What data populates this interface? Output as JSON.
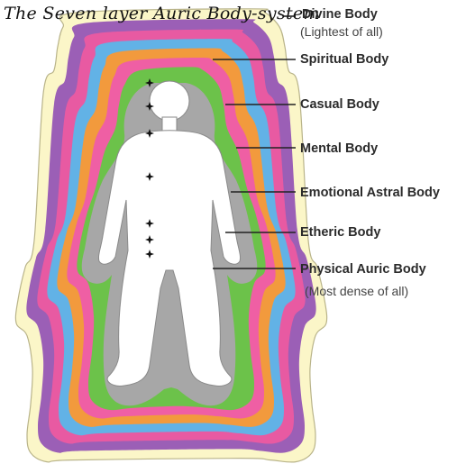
{
  "title": "The Seven layer Auric Body-system",
  "layers": [
    {
      "label": "Divine Body",
      "note": "(Lightest of all)",
      "color": "#fbf6c8"
    },
    {
      "label": "Spiritual Body",
      "color": "#9b5fb6"
    },
    {
      "label": "Casual Body",
      "color": "#e85aa2"
    },
    {
      "label": "Mental Body",
      "color": "#62b2e6"
    },
    {
      "label": "Emotional Astral Body",
      "color": "#f29a3d"
    },
    {
      "label": "Etheric Body",
      "color": "#ef5fa4"
    },
    {
      "label": "Physical Auric Body",
      "note": "(Most dense of all)",
      "color": "#6cc24a"
    }
  ],
  "figure": {
    "body_color": "#ffffff",
    "aura_color": "#a7a7a7",
    "chakra_color": "#111111",
    "chakra_count": 7
  }
}
